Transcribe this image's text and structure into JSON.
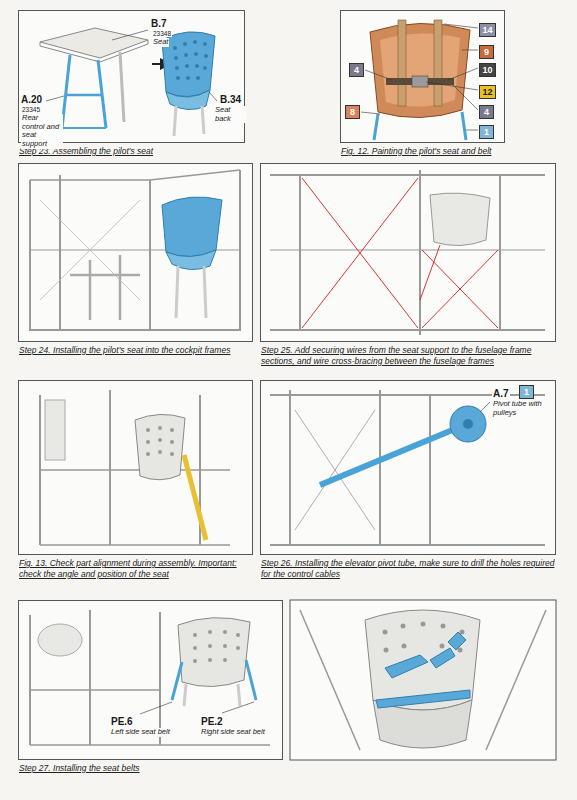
{
  "diagram": {
    "nodes": [
      {
        "text": [
          "Step 23. Assembling the pilot's seat"
        ]
      },
      {
        "text": [
          "Fig. 12. Painting the pilot's seat and belt"
        ]
      },
      {
        "text": [
          "14"
        ],
        "in": 1
      },
      {
        "text": [
          "9"
        ],
        "in": 1
      },
      {
        "text": [
          "10"
        ],
        "in": 1
      },
      {
        "text": [
          "12"
        ],
        "in": 1
      },
      {
        "text": [
          "4"
        ],
        "in": 1
      },
      {
        "text": [
          "4"
        ],
        "in": 1
      },
      {
        "text": [
          "1"
        ],
        "in": 1
      },
      {
        "text": [
          "8"
        ],
        "in": 1
      },
      {
        "text": [
          "Step 24. Installing the pilot's seat into the cockpit frames"
        ]
      },
      {
        "text": [
          "Step 25. Add securing wires from the seat support to the fuselage frame sections, and wire cross-bracing between the fuselage frames"
        ]
      },
      {
        "text": [
          "Fig. 13. Check part alignment during assembly. Important: check the angle and position of the seat"
        ]
      },
      {
        "text": [
          "Step 26. Installing the elevator pivot tube, make sure to drill the holes required for the control cables"
        ]
      },
      {
        "text": [
          "1"
        ],
        "in": 13
      },
      {
        "text": [
          "Step 27. Installing the seat belts"
        ]
      }
    ],
    "labels": [
      "B.7",
      "23348",
      "Seat",
      "A.20",
      "23345",
      "Rear control and seat support",
      "B.34",
      "Seat back",
      "A.7",
      "Pivot tube with pulleys",
      "PE.6",
      "Left side seat belt",
      "PE.2",
      "Right side seat belt"
    ]
  }
}
